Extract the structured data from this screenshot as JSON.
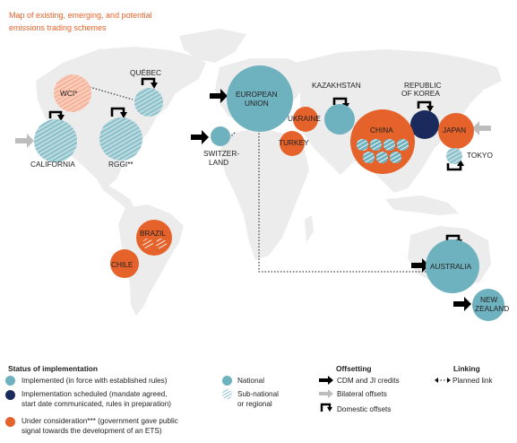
{
  "title": "Map of existing, emerging, and potential\nemissions trading schemes",
  "colors": {
    "implemented": "#6fb2bf",
    "scheduled": "#1b2a5c",
    "consideration": "#e5622a",
    "land": "#ececec",
    "wci": "#f3a58a"
  },
  "regions": {
    "wci": "WCI*",
    "quebec": "QUÉBEC",
    "california": "CALIFORNIA",
    "rggi": "RGGI**",
    "eu_line1": "EUROPEAN",
    "eu_line2": "UNION",
    "switzerland_line1": "SWITZER-",
    "switzerland_line2": "LAND",
    "ukraine": "UKRAINE",
    "turkey": "TURKEY",
    "kazakhstan": "KAZAKHSTAN",
    "korea_line1": "REPUBLIC",
    "korea_line2": "OF KOREA",
    "china": "CHINA",
    "japan": "JAPAN",
    "tokyo": "TOKYO",
    "brazil": "BRAZIL",
    "chile": "CHILE",
    "australia": "AUSTRALIA",
    "nz_line1": "NEW",
    "nz_line2": "ZEALAND"
  },
  "legend": {
    "status_heading": "Status of implementation",
    "implemented": "Implemented (in force with established rules)",
    "scheduled_line1": "Implementation scheduled (mandate agreed,",
    "scheduled_line2": "start date communicated, rules in preparation)",
    "consideration_line1": "Under consideration*** (government gave public",
    "consideration_line2": "signal towards the development of an ETS)",
    "national": "National",
    "subnational_line1": "Sub-national",
    "subnational_line2": "or regional",
    "offsetting_heading": "Offsetting",
    "cdm": "CDM and JI credits",
    "bilateral": "Bilateral offsets",
    "domestic": "Domestic offsets",
    "linking_heading": "Linking",
    "planned_link": "Planned link"
  }
}
